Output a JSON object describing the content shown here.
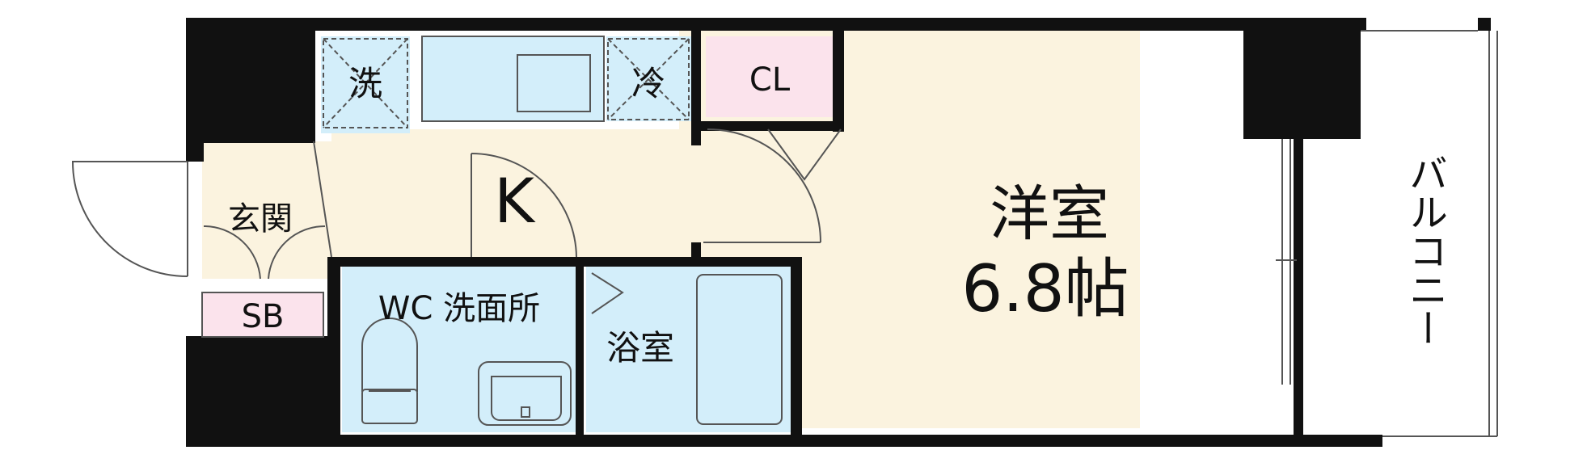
{
  "rooms": {
    "washer": "洗",
    "fridge": "冷",
    "closet": "CL",
    "kitchen": "K",
    "entrance": "玄関",
    "shoe_box": "SB",
    "washroom": "WC 洗面所",
    "bath": "浴室",
    "western_room": "洋室",
    "western_room_size": "6.8帖",
    "balcony": "バルコニー"
  },
  "colors": {
    "wall": "#111111",
    "floor": "#fbf3df",
    "wet_area": "#d3eefa",
    "storage": "#fbe3ec",
    "line": "#555555"
  }
}
